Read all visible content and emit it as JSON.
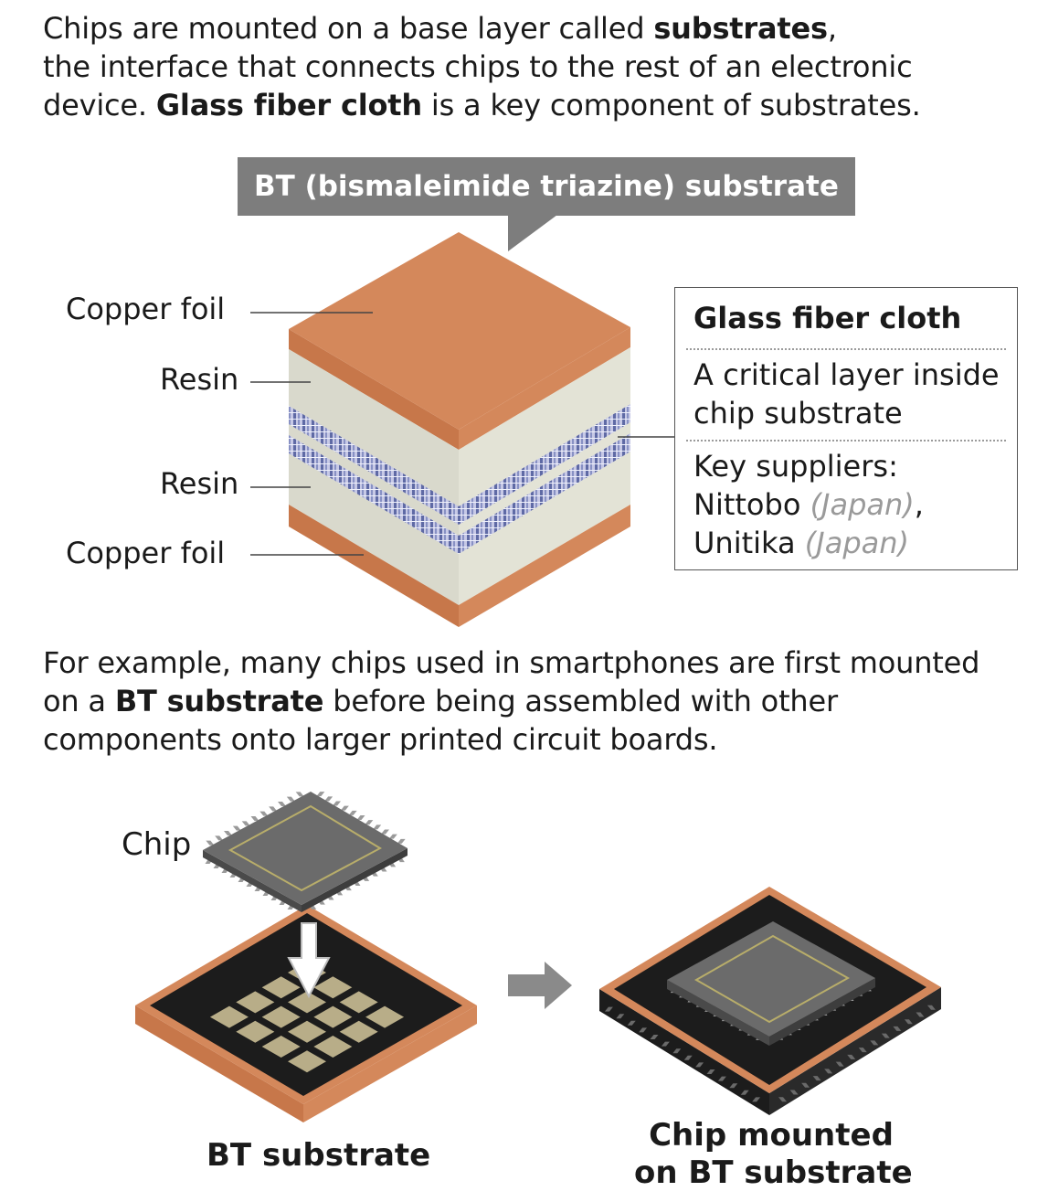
{
  "intro": {
    "line1_pre": "Chips are mounted on a base layer called ",
    "line1_bold": "substrates",
    "line1_post": ",",
    "line2": "the interface that connects chips to the rest of an electronic",
    "line3_pre": "device. ",
    "line3_bold": "Glass fiber cloth",
    "line3_post": " is a key component of substrates."
  },
  "callout": {
    "label": "BT (bismaleimide triazine) substrate"
  },
  "layers": {
    "copper_top": "Copper foil",
    "resin_top": "Resin",
    "resin_bottom": "Resin",
    "copper_bottom": "Copper foil"
  },
  "info_box": {
    "title": "Glass fiber cloth",
    "desc_line1": "A critical layer inside",
    "desc_line2": "chip substrate",
    "suppliers_label": "Key suppliers:",
    "supplier1": "Nittobo",
    "supplier1_country": "(Japan)",
    "supplier1_sep": ",",
    "supplier2": "Unitika",
    "supplier2_country": "(Japan)"
  },
  "example": {
    "line1": "For example, many chips used in smartphones are first mounted",
    "line2_pre": "on a ",
    "line2_bold": "BT substrate",
    "line2_post": " before being assembled with other",
    "line3": "components onto larger printed circuit boards."
  },
  "labels": {
    "chip": "Chip",
    "bt_substrate": "BT substrate",
    "mounted_line1": "Chip mounted",
    "mounted_line2": "on BT substrate"
  },
  "colors": {
    "copper": "#d4885b",
    "copper_side": "#c7774a",
    "resin": "#d9d9cc",
    "resin_side": "#c8c8bb",
    "glass_fiber": "#5f6aa5",
    "callout_bg": "#7d7d7d",
    "board_black": "#1c1c1c",
    "chip_gray": "#6b6b6b",
    "pad_gold": "#b8ad88",
    "arrow_gray": "#8a8a8a"
  }
}
